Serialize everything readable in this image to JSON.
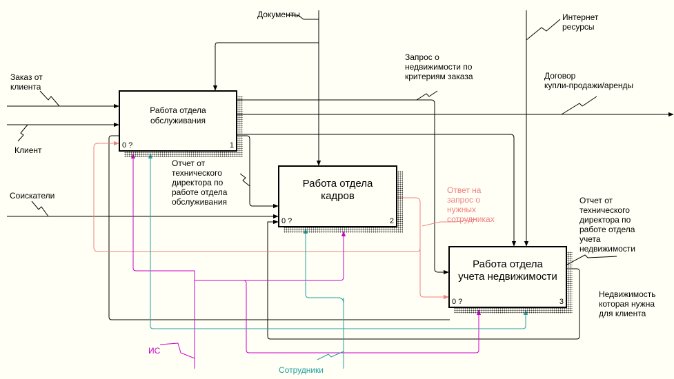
{
  "boxes": [
    {
      "title": "Работа отдела\nобслуживания",
      "code": "0 ?",
      "num": "1"
    },
    {
      "title": "Работа отдела\nкадров",
      "code": "0 ?",
      "num": "2"
    },
    {
      "title": "Работа отдела\nучета недвижимости",
      "code": "0 ?",
      "num": "3"
    }
  ],
  "arrows": {
    "documents": "Документы",
    "internet": "Интернет\nресурсы",
    "zakaz": "Заказ от\nклиента",
    "klient": "Клиент",
    "soiskateli": "Соискатели",
    "zapros": "Запрос о\nнедвижимости по\nкритериям заказа",
    "dogovor": "Договор\nкупли-продажи/аренды",
    "otchet1": "Отчет от\nтехнического\nдиректора по\nработе отдела\nобслуживания",
    "otvet": "Ответ на\nзапрос о\nнужных\nсотрудниках",
    "otchet2": "Отчет от\nтехнического\nдиректора по\nработе отдела\nучета\nнедвижимости",
    "nedv": "Недвижимость\nкоторая нужна\nдля клиента",
    "is": "ИС",
    "sotrudniki": "Сотрудники"
  },
  "colors": {
    "line": "#000000",
    "pink": "#f08080",
    "magenta": "#cc00cc",
    "teal": "#20a0a0"
  }
}
